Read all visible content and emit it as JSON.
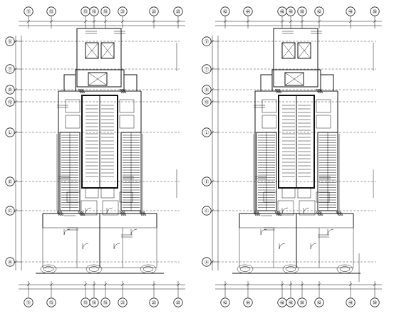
{
  "plans": [
    {
      "name": "left-plan",
      "top_axes": [
        "⑪",
        "⑬",
        "⑮",
        "⑯",
        "⑱",
        "㉑",
        "㉓",
        "㉕"
      ],
      "bottom_axes": [
        "⑪",
        "⑬",
        "⑮",
        "⑯",
        "⑱",
        "㉑",
        "㉓",
        "㉕"
      ],
      "row_axes": [
        "Ⓥ",
        "Ⓣ",
        "Ⓡ",
        "Ⓠ",
        "Ⓛ",
        "Ⓔ",
        "Ⓒ",
        "Ⓐ"
      ]
    },
    {
      "name": "right-plan",
      "top_axes": [
        "㊷",
        "㊹",
        "㊻",
        "㊽",
        "㊿",
        "㊷",
        "㊹",
        "㊿"
      ],
      "bottom_axes": [
        "㊷",
        "㊹",
        "㊻",
        "㊽",
        "㊿",
        "㊷",
        "㊹",
        "㊿"
      ],
      "row_axes": [
        "Ⓥ",
        "Ⓣ",
        "Ⓡ",
        "Ⓠ",
        "Ⓛ",
        "Ⓔ",
        "Ⓒ",
        "Ⓐ"
      ]
    }
  ]
}
